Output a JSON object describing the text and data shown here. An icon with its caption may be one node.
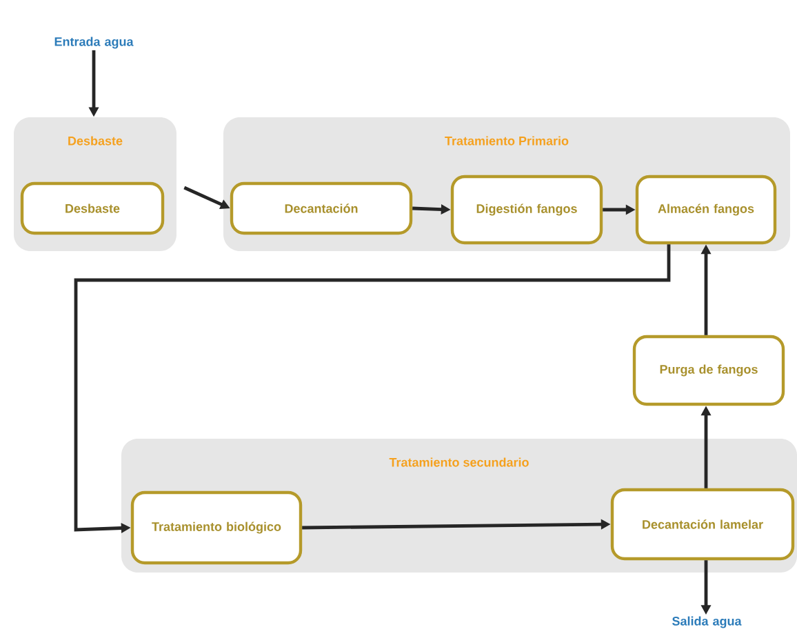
{
  "diagram": {
    "nodes": [
      {
        "text": [
          "Entrada agua"
        ]
      },
      {
        "text": [
          "Desbaste"
        ]
      },
      {
        "text": [
          "Desbaste"
        ],
        "in": 1
      },
      {
        "text": [
          "Tratamiento Primario"
        ]
      },
      {
        "text": [
          "Decantación"
        ],
        "in": 3
      },
      {
        "text": [
          "Digestión fangos"
        ],
        "in": 3
      },
      {
        "text": [
          "Almacén fangos"
        ],
        "in": 3
      },
      {
        "text": [
          "Purga de fangos"
        ]
      },
      {
        "text": [
          "Tratamiento secundario"
        ]
      },
      {
        "text": [
          "Tratamiento biológico"
        ],
        "in": 8
      },
      {
        "text": [
          "Decantación lamelar"
        ],
        "in": 8
      },
      {
        "text": [
          "Salida agua"
        ]
      }
    ],
    "edges": [
      {
        "from": 0,
        "to": 1,
        "arrow": "to"
      },
      {
        "from": 1,
        "to": 4,
        "arrow": "to"
      },
      {
        "from": 4,
        "to": 5,
        "arrow": "to"
      },
      {
        "from": 5,
        "to": 6,
        "arrow": "to"
      },
      {
        "from": 6,
        "to": 9,
        "arrow": "to"
      },
      {
        "from": 9,
        "to": 10,
        "arrow": "to"
      },
      {
        "from": 10,
        "to": 7,
        "arrow": "to"
      },
      {
        "from": 7,
        "to": 6,
        "arrow": "to"
      },
      {
        "from": 10,
        "to": 11,
        "arrow": "to"
      }
    ]
  }
}
